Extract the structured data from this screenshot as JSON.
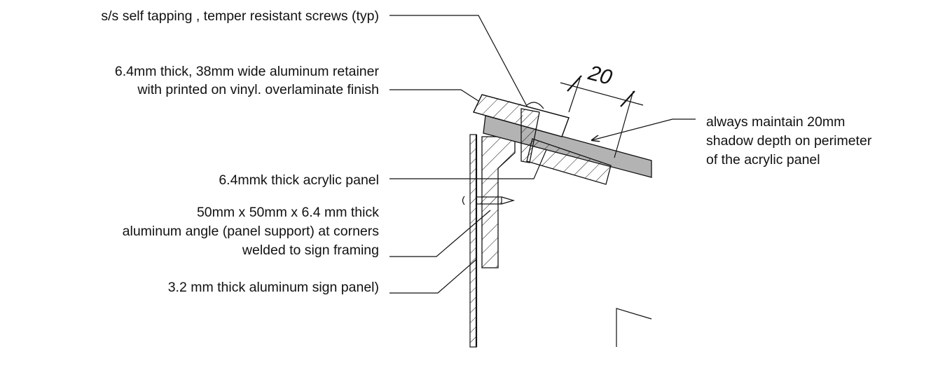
{
  "callouts": {
    "screws": "s/s self tapping , temper resistant screws (typ)",
    "retainer_line1": "6.4mm thick, 38mm wide aluminum retainer",
    "retainer_line2": "with printed on vinyl. overlaminate finish",
    "acrylic": "6.4mmk thick acrylic panel",
    "angle_line1": "50mm x 50mm x 6.4 mm thick",
    "angle_line2": "aluminum angle (panel support) at corners",
    "angle_line3": "welded to sign framing",
    "sign_panel": "3.2 mm thick aluminum sign panel)",
    "shadow_line1": "always maintain 20mm",
    "shadow_line2": "shadow depth on perimeter",
    "shadow_line3": "of the acrylic panel"
  },
  "dimension": {
    "value": "20"
  },
  "colors": {
    "line": "#111111",
    "acrylic_fill": "#b3b3b3",
    "background": "#ffffff"
  }
}
